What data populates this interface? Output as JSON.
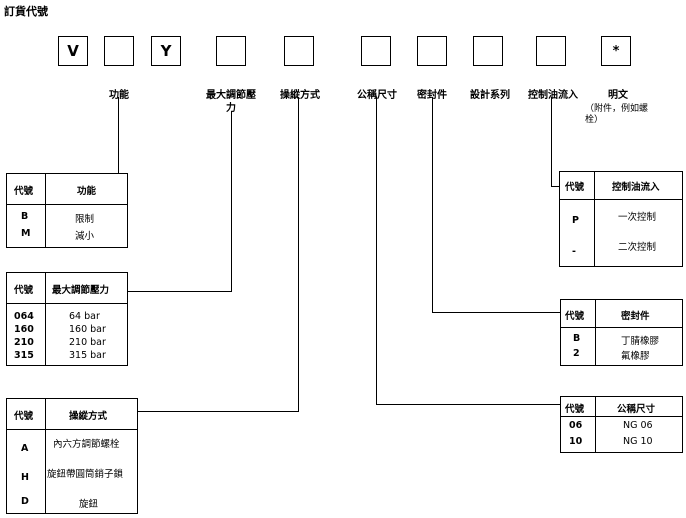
{
  "title": "訂貨代號",
  "code_boxes": [
    {
      "text": "V"
    },
    {
      "text": ""
    },
    {
      "text": "Y"
    },
    {
      "text": ""
    },
    {
      "text": ""
    },
    {
      "text": ""
    },
    {
      "text": ""
    },
    {
      "text": ""
    },
    {
      "text": ""
    },
    {
      "text": "*"
    }
  ],
  "box_labels": {
    "function": "功能",
    "max_pressure_1": "最大調節壓",
    "max_pressure_2": "力",
    "operation": "操縱方式",
    "nominal_size": "公稱尺寸",
    "seal": "密封件",
    "design_series": "設計系列",
    "pilot_inlet": "控制油流入",
    "text": "明文",
    "text_note": "（附件，例如螺栓）"
  },
  "tables": {
    "function": {
      "header": {
        "code": "代號",
        "desc": "功能"
      },
      "rows": [
        {
          "code": "B",
          "desc": "限制"
        },
        {
          "code": "M",
          "desc": "減小"
        }
      ]
    },
    "pressure": {
      "header": {
        "code": "代號",
        "desc": "最大調節壓力"
      },
      "rows": [
        {
          "code": "064",
          "desc": "64 bar"
        },
        {
          "code": "160",
          "desc": "160 bar"
        },
        {
          "code": "210",
          "desc": "210 bar"
        },
        {
          "code": "315",
          "desc": "315 bar"
        }
      ]
    },
    "operation": {
      "header": {
        "code": "代號",
        "desc": "操縱方式"
      },
      "rows": [
        {
          "code": "A",
          "desc": "內六方調節螺栓"
        },
        {
          "code": "H",
          "desc": "旋鈕帶圓筒銷子鎖"
        },
        {
          "code": "D",
          "desc": "旋鈕"
        }
      ]
    },
    "pilot": {
      "header": {
        "code": "代號",
        "desc": "控制油流入"
      },
      "rows": [
        {
          "code": "P",
          "desc": "一次控制"
        },
        {
          "code": "-",
          "desc": "二次控制"
        }
      ]
    },
    "seal": {
      "header": {
        "code": "代號",
        "desc": "密封件"
      },
      "rows": [
        {
          "code": "B",
          "desc": "丁腈橡膠"
        },
        {
          "code": "2",
          "desc": "氟橡膠"
        }
      ]
    },
    "size": {
      "header": {
        "code": "代號",
        "desc": "公稱尺寸"
      },
      "rows": [
        {
          "code": "06",
          "desc": "NG 06"
        },
        {
          "code": "10",
          "desc": "NG 10"
        }
      ]
    }
  }
}
